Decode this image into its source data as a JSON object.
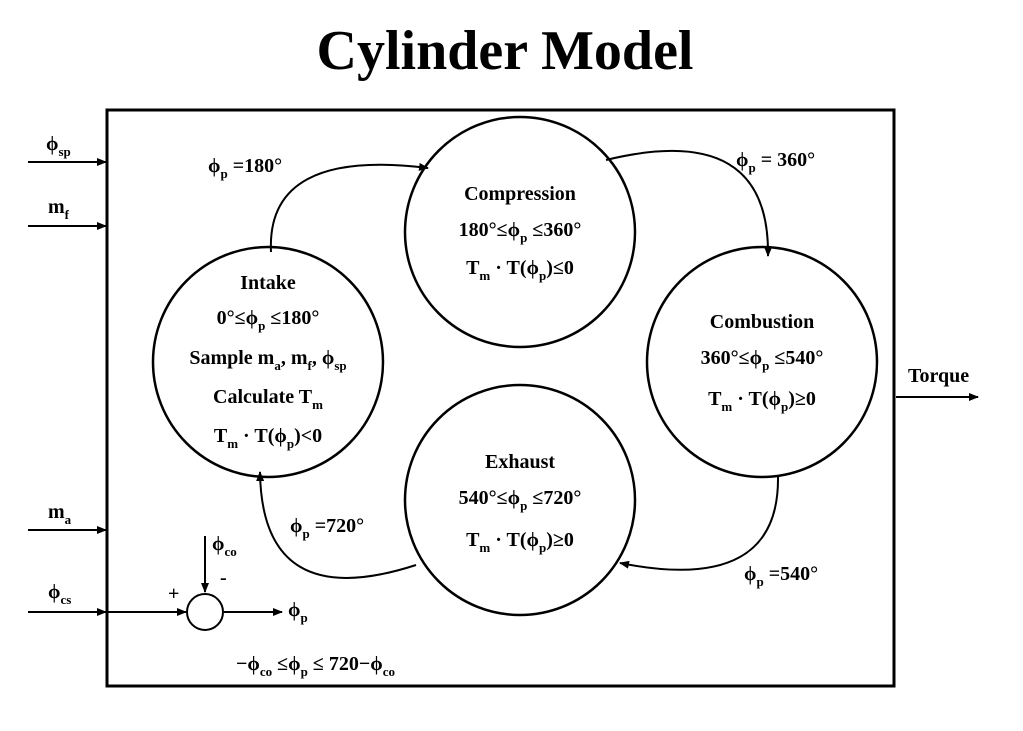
{
  "title": "Cylinder Model",
  "states": {
    "intake": {
      "name": "Intake",
      "range": {
        "pre": "0°≤ϕ",
        "sub": "p",
        "post": " ≤180°"
      },
      "sample": {
        "a": "Sample m",
        "a_sub": "a",
        "b": ", m",
        "b_sub": "f",
        "c": ", ϕ",
        "c_sub": "sp"
      },
      "calc": {
        "pre": "Calculate T",
        "sub": "m"
      },
      "cond": {
        "a": "T",
        "a_sub": "m",
        "b": " · T(ϕ",
        "b_sub": "p",
        "c": ")<0"
      }
    },
    "compression": {
      "name": "Compression",
      "range": {
        "pre": "180°≤ϕ",
        "sub": "p",
        "post": " ≤360°"
      },
      "cond": {
        "a": "T",
        "a_sub": "m",
        "b": " · T(ϕ",
        "b_sub": "p",
        "c": ")≤0"
      }
    },
    "combustion": {
      "name": "Combustion",
      "range": {
        "pre": "360°≤ϕ",
        "sub": "p",
        "post": " ≤540°"
      },
      "cond": {
        "a": "T",
        "a_sub": "m",
        "b": " · T(ϕ",
        "b_sub": "p",
        "c": ")≥0"
      }
    },
    "exhaust": {
      "name": "Exhaust",
      "range": {
        "pre": "540°≤ϕ",
        "sub": "p",
        "post": " ≤720°"
      },
      "cond": {
        "a": "T",
        "a_sub": "m",
        "b": " · T(ϕ",
        "b_sub": "p",
        "c": ")≥0"
      }
    }
  },
  "transitions": {
    "t180": {
      "pre": "ϕ",
      "sub": "p",
      "post": " =180°"
    },
    "t360": {
      "pre": "ϕ",
      "sub": "p",
      "post": " = 360°"
    },
    "t540": {
      "pre": "ϕ",
      "sub": "p",
      "post": " =540°"
    },
    "t720": {
      "pre": "ϕ",
      "sub": "p",
      "post": " =720°"
    }
  },
  "inputs": {
    "phi_sp": {
      "pre": "ϕ",
      "sub": "sp"
    },
    "m_f": {
      "pre": "m",
      "sub": "f"
    },
    "m_a": {
      "pre": "m",
      "sub": "a"
    },
    "phi_cs": {
      "pre": "ϕ",
      "sub": "cs"
    }
  },
  "output": {
    "label": "Torque"
  },
  "summer": {
    "phi_co": {
      "pre": "ϕ",
      "sub": "co"
    },
    "plus": "+",
    "minus": "-",
    "out": {
      "pre": "ϕ",
      "sub": "p"
    },
    "constraint": {
      "a": "−ϕ",
      "a_sub": "co",
      "b": " ≤ϕ",
      "b_sub": "p",
      "c": " ≤ 720−ϕ",
      "c_sub": "co"
    }
  }
}
